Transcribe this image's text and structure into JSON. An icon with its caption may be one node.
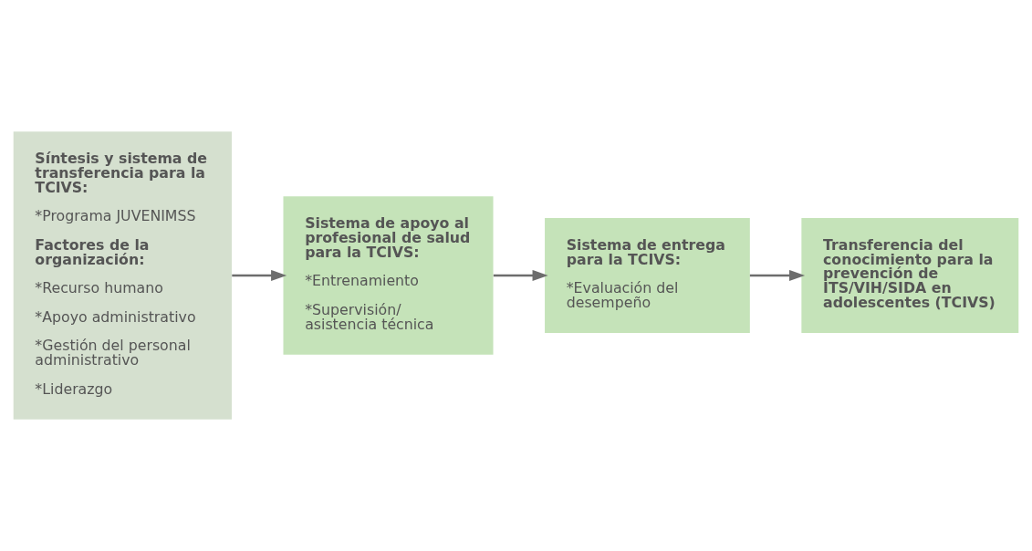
{
  "diagram": {
    "nodes": [
      {
        "text": [
          "Síntesis y sistema de transferencia para la TCIVS:",
          "*Programa JUVENIMSS",
          "Factores de la organización:",
          "*Recurso humano",
          "*Apoyo administrativo",
          "*Gestión del personal administrativo",
          "*Liderazgo"
        ]
      },
      {
        "text": [
          "Sistema de apoyo al profesional de salud para la TCIVS:",
          "*Entrenamiento",
          "*Supervisión/ asistencia técnica"
        ]
      },
      {
        "text": [
          "Sistema de entrega para la TCIVS:",
          "*Evaluación del desempeño"
        ]
      },
      {
        "text": [
          "Transferencia del conocimiento para la prevención de ITS/VIH/SIDA en adolescentes (TCIVS)"
        ]
      }
    ],
    "edges": [
      {
        "from": 0,
        "to": 1,
        "arrow": "to"
      },
      {
        "from": 1,
        "to": 2,
        "arrow": "to"
      },
      {
        "from": 2,
        "to": 3,
        "arrow": "to"
      }
    ]
  }
}
